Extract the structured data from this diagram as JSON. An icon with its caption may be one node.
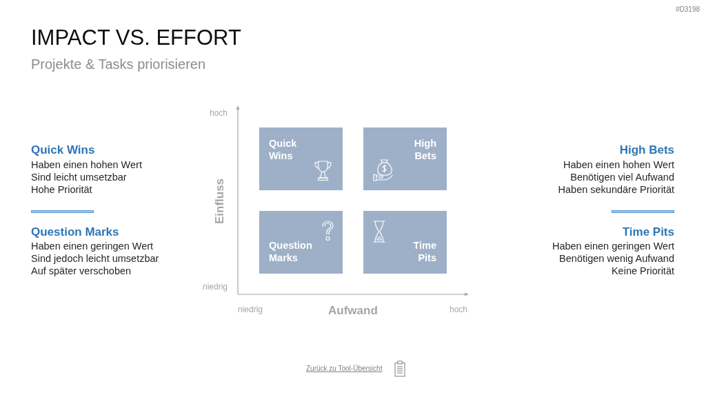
{
  "diagram": {
    "title": "IMPACT VS. EFFORT",
    "nodes": [
      {
        "text": [
          "Quick Wins"
        ]
      },
      {
        "text": [
          "High Bets"
        ]
      },
      {
        "text": [
          "Question Marks"
        ]
      },
      {
        "text": [
          "Time Pits"
        ]
      }
    ],
    "labels": [
      "#D3198",
      "Projekte & Tasks priorisieren",
      "Quick Wins",
      "Haben einen hohen Wert",
      "Sind leicht umsetzbar",
      "Hohe Priorität",
      "Question Marks",
      "Haben einen geringen Wert",
      "Sind jedoch leicht umsetzbar",
      "Auf später verschoben",
      "hoch",
      "Einfluss",
      "niedrig",
      "niedrig",
      "Aufwand",
      "hoch",
      "High Bets",
      "Haben einen hohen Wert",
      "Benötigen viel Aufwand",
      "Haben sekundäre Priorität",
      "Time Pits",
      "Haben einen geringen Wert",
      "Benötigen wenig Aufwand",
      "Keine Priorität",
      "Zurück zu Tool-Übersicht"
    ]
  }
}
